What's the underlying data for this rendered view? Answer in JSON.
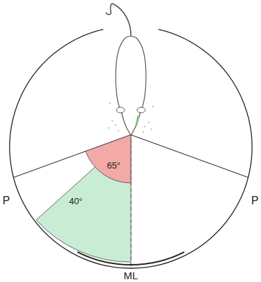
{
  "diagram": {
    "nodes": [
      {
        "text": [
          "65°"
        ]
      },
      {
        "text": [
          "40°"
        ]
      }
    ],
    "labels": [
      "P",
      "P",
      "ML"
    ]
  }
}
